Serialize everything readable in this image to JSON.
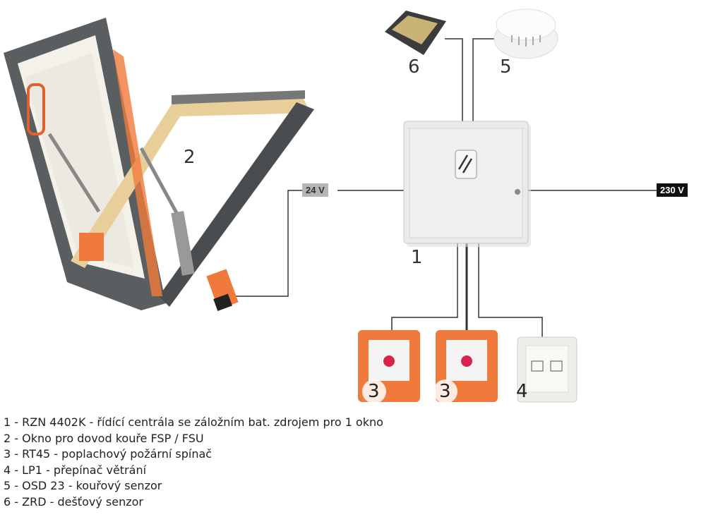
{
  "labels": {
    "v24": "24 V",
    "v230": "230 V",
    "n1": "1",
    "n2": "2",
    "n3a": "3",
    "n3b": "3",
    "n4": "4",
    "n5": "5",
    "n6": "6"
  },
  "legend": [
    "1 - RZN 4402K - řídící centrála se záložním bat. zdrojem pro 1 okno",
    "2 - Okno pro dovod kouře FSP / FSU",
    "3 - RT45 - poplachový požární spínač",
    "4 - LP1 - přepínač větrání",
    "5 - OSD 23 - kouřový senzor",
    "6 - ZRD - dešťový senzor"
  ],
  "colors": {
    "orange": "#f07a3c",
    "frame": "#4a4d4f",
    "wood": "#e8cf9a",
    "label24": "#b5b5b5",
    "label230": "#111111"
  }
}
